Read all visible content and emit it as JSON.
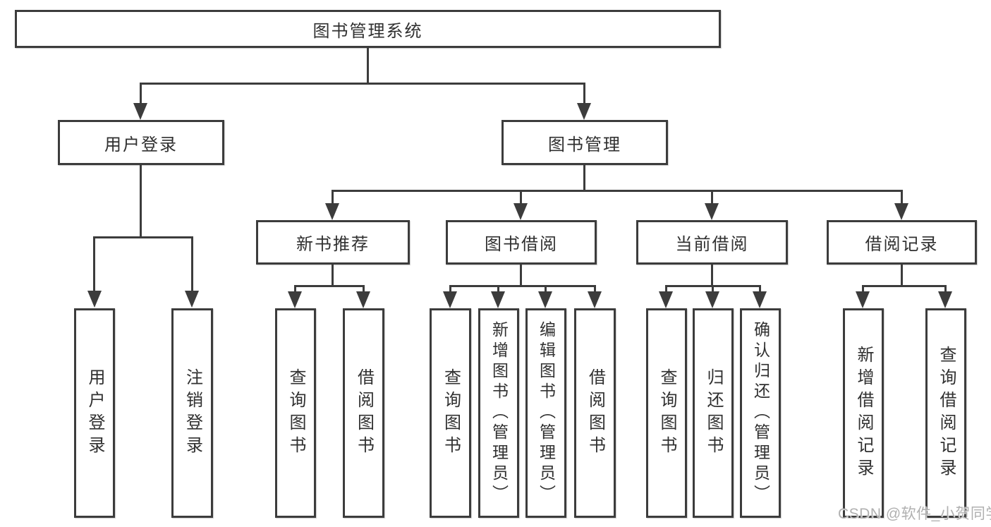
{
  "diagram": {
    "type": "hierarchy-diagram",
    "watermark": "CSDN @软件_小贺同学",
    "colors": {
      "line": "#3c3c3c",
      "text": "#303030",
      "background": "#ffffff",
      "watermark": "#b0b0b0"
    },
    "tree": {
      "label": "图书管理系统",
      "children": [
        {
          "label": "用户登录",
          "children": [
            {
              "label": "用户登录"
            },
            {
              "label": "注销登录"
            }
          ]
        },
        {
          "label": "图书管理",
          "children": [
            {
              "label": "新书推荐",
              "children": [
                {
                  "label": "查询图书"
                },
                {
                  "label": "借阅图书"
                }
              ]
            },
            {
              "label": "图书借阅",
              "children": [
                {
                  "label": "查询图书"
                },
                {
                  "label": "新增图书（管理员）"
                },
                {
                  "label": "编辑图书（管理员）"
                },
                {
                  "label": "借阅图书"
                }
              ]
            },
            {
              "label": "当前借阅",
              "children": [
                {
                  "label": "查询图书"
                },
                {
                  "label": "归还图书"
                },
                {
                  "label": "确认归还（管理员）"
                }
              ]
            },
            {
              "label": "借阅记录",
              "children": [
                {
                  "label": "新增借阅记录"
                },
                {
                  "label": "查询借阅记录"
                }
              ]
            }
          ]
        }
      ]
    }
  }
}
